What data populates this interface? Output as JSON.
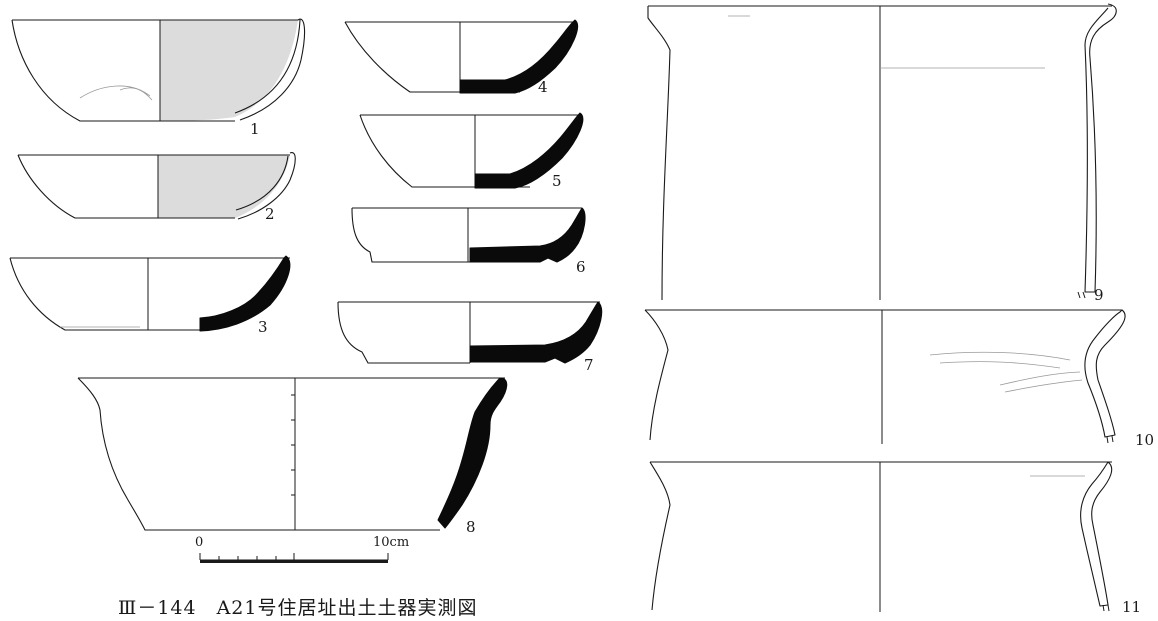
{
  "figure": {
    "labels": [
      "1",
      "2",
      "3",
      "4",
      "5",
      "6",
      "7",
      "8",
      "9",
      "10",
      "11"
    ],
    "scale_bar": {
      "start_label": "0",
      "end_label": "10cm"
    },
    "caption": "Ⅲ－144　A21号住居址出土土器実測図"
  }
}
